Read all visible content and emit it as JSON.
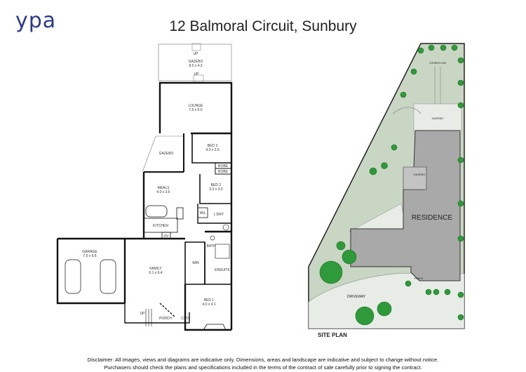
{
  "brand": {
    "logo_text": "ypa"
  },
  "title": "12 Balmoral Circuit, Sunbury",
  "floor_plan": {
    "rooms": [
      {
        "id": "gazebo-rear",
        "name": "GAZEBO",
        "size": "8.0 x 4.3"
      },
      {
        "id": "lounge",
        "name": "LOUNGE",
        "size": "7.5 x 5.0"
      },
      {
        "id": "bed3",
        "name": "BED 3",
        "size": "4.0 x 3.0"
      },
      {
        "id": "gazebo-side",
        "name": "GAZEBO",
        "size": ""
      },
      {
        "id": "robe1",
        "name": "ROBE",
        "size": ""
      },
      {
        "id": "robe2",
        "name": "ROBE",
        "size": ""
      },
      {
        "id": "bed2",
        "name": "BED 2",
        "size": "3.3 x 3.0"
      },
      {
        "id": "meals",
        "name": "MEALS",
        "size": "4.0 x 3.5"
      },
      {
        "id": "wil",
        "name": "WIL",
        "size": ""
      },
      {
        "id": "ldry",
        "name": "L'DRY",
        "size": ""
      },
      {
        "id": "kitchen",
        "name": "KITCHEN",
        "size": ""
      },
      {
        "id": "ov",
        "name": "OV",
        "size": ""
      },
      {
        "id": "bath",
        "name": "BATH",
        "size": ""
      },
      {
        "id": "garage",
        "name": "GARAGE",
        "size": "7.0 x 6.6"
      },
      {
        "id": "family",
        "name": "FAMILY",
        "size": "6.1 x 6.4"
      },
      {
        "id": "wir",
        "name": "WIR",
        "size": ""
      },
      {
        "id": "ensuite",
        "name": "ENSUITE",
        "size": ""
      },
      {
        "id": "bed1",
        "name": "BED 1",
        "size": "4.0 x 4.1"
      },
      {
        "id": "porch",
        "name": "PORCH",
        "size": ""
      },
      {
        "id": "cpd",
        "name": "C/PD",
        "size": ""
      }
    ],
    "up_labels": [
      "UP",
      "UP",
      "UP"
    ]
  },
  "site_plan": {
    "heading": "SITE PLAN",
    "residence": "RESIDENCE",
    "gazebo_rear": "GAZEBO",
    "gazebo_side": "GAZEBO",
    "corner_label": "CORNER LINE",
    "driveway": "DRIVEWAY",
    "porch": "PORCH",
    "colors": {
      "lawn": "#c9d6c4",
      "paving": "#e8ece6",
      "residence": "#a9a9a9",
      "trees": "#2f9a3a"
    }
  },
  "disclaimer": {
    "line1": "Disclaimer: All images, views and diagrams are indicative only. Dimensions, areas and landscape are indicative and subject to change without notice.",
    "line2": "Purchasers should check the plans and specifications included in the terms of the contract of sale carefully prior to signing the contract."
  }
}
